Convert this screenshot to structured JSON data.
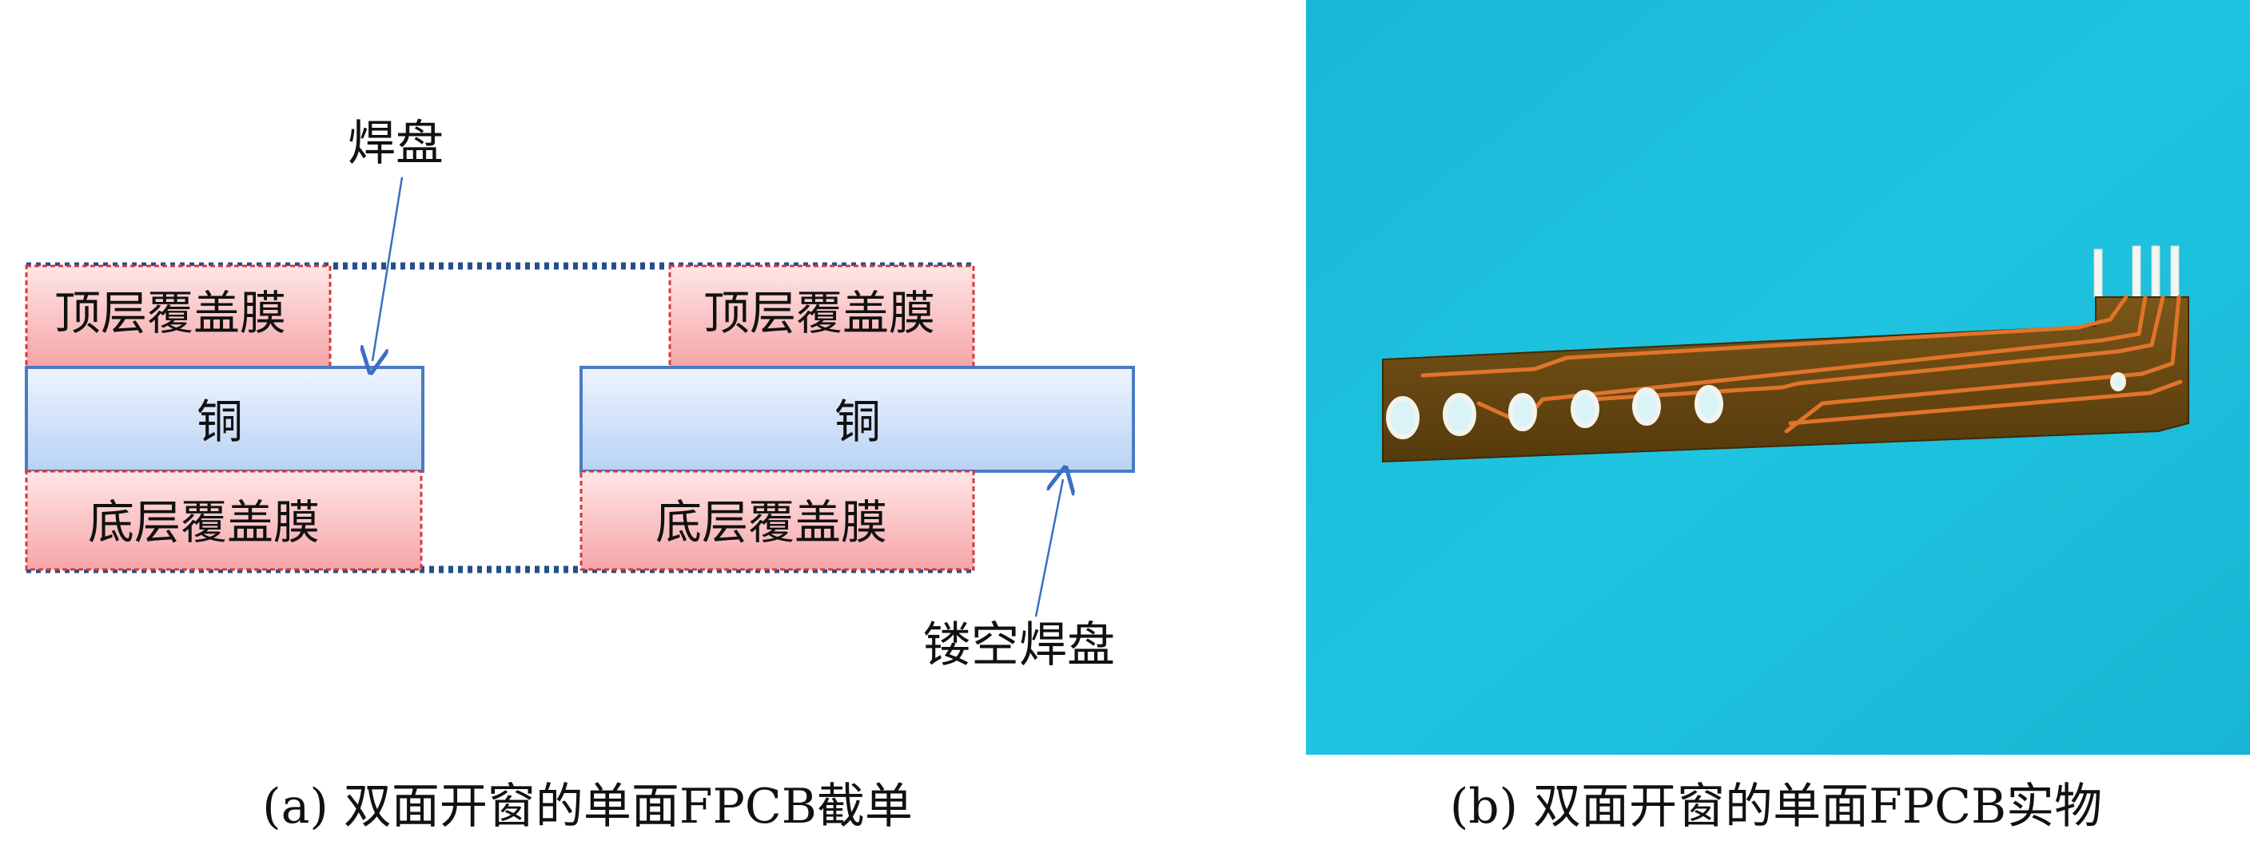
{
  "diagram": {
    "pad_label": "焊盘",
    "hollow_pad_label": "镂空焊盘",
    "left_stack": {
      "top_coverlay": "顶层覆盖膜",
      "copper": "铜",
      "bottom_coverlay": "底层覆盖膜"
    },
    "right_stack": {
      "top_coverlay": "顶层覆盖膜",
      "copper": "铜",
      "bottom_coverlay": "底层覆盖膜"
    }
  },
  "photo": {
    "background_color": "#1cc0dc",
    "board_color": "#6b4a12",
    "trace_color": "#e0742a",
    "hole_count": 6,
    "pin_count": 4
  },
  "captions": {
    "left": "(a) 双面开窗的单面FPCB截单",
    "right": "(b) 双面开窗的单面FPCB实物"
  },
  "colors": {
    "copper_top": "#eef4ff",
    "copper_bottom": "#b9d2f4",
    "copper_border": "#4a7bc4",
    "coverlay_top": "#ffe6e6",
    "coverlay_bottom": "#f5a5a8",
    "coverlay_border": "#d23c3c",
    "dashed_border": "#22508f",
    "arrow": "#3a6fc2"
  }
}
